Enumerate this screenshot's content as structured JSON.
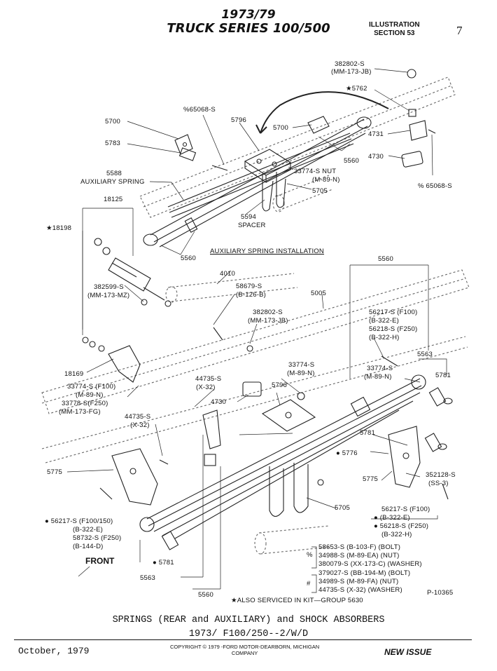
{
  "header": {
    "line1": "1973/79",
    "line2": "TRUCK SERIES 100/500",
    "illustration": "ILLUSTRATION",
    "section": "SECTION 53",
    "page": "7"
  },
  "auxiliary_title": "AUXILIARY SPRING INSTALLATION",
  "aux_labels": {
    "p382802a": "382802-S",
    "mm173jb_a": "(MM-173-JB)",
    "star5762": "★5762",
    "pct65068a": "%65068-S",
    "p5700a": "5700",
    "p5796a": "5796",
    "p5700b": "5700",
    "p5783": "5783",
    "p4731": "4731",
    "p4730a": "4730",
    "p5560a": "5560",
    "p5588": "5588",
    "aux_spring": "AUXILIARY SPRING",
    "p33774a": "33774-S NUT",
    "m89n_a": "(M-89-N)",
    "p5705a": "5705",
    "pct65068b": "% 65068-S",
    "p5594": "5594",
    "spacer": "SPACER",
    "p5560b": "5560"
  },
  "main_labels": {
    "p18125": "18125",
    "star18198": "★18198",
    "p5560c": "5560",
    "p4010": "4010",
    "p382599": "382599-S",
    "mm173mz": "(MM-173-MZ)",
    "p58679": "58679-S",
    "b126b": "(B-126-B)",
    "p5005": "5005",
    "p382802b": "382802-S",
    "mm173jb_b": "(MM-173-JB)",
    "p56217a": "56217-S (F100)",
    "b322e_a": "(B-322-E)",
    "p56218a": "56218-S (F250)",
    "b322h_a": "(B-322-H)",
    "p5563a": "5563",
    "p5781a": "5781",
    "p18169": "18169",
    "p44735a": "44735-S",
    "x32a": "(X-32)",
    "p33774b": "33774-S",
    "m89n_b": "(M-89-N)",
    "p5796b": "5796",
    "p33774c": "33774-S",
    "m89n_c": "(M-89-N)",
    "p33774f100": "33774-S (F100)",
    "m89n_d": "(M-89-N)",
    "p33778": "33778-S(F250)",
    "mm173fg": "(MM-173-FG)",
    "p4730b": "4730",
    "p44735b": "44735-S",
    "x32b": "(X-32)",
    "p5781b": "5781",
    "p5776": "● 5776",
    "p5775a": "5775",
    "p5775b": "5775",
    "p352128": "352128-S",
    "ss3": "(SS-3)",
    "p5705b": "5705",
    "p56217b": "● 56217-S (F100/150)",
    "b322e_b": "(B-322-E)",
    "p58732": "58732-S (F250)",
    "b144d": "(B-144-D)",
    "front": "FRONT",
    "p5781c": "● 5781",
    "p5563b": "5563",
    "p5560d": "5560",
    "p56217c": "56217-S (F100)",
    "b322e_c": "● (B-322-E)",
    "p56218b": "● 56218-S (F250)",
    "b322h_b": "(B-322-H)",
    "pct_marker": "%",
    "hash_marker": "#",
    "hw1": "58653-S (B-103-F) (BOLT)",
    "hw2": "34988-S (M-89-EA) (NUT)",
    "hw3": "380079-S (XX-173-C) (WASHER)",
    "hw4": "379027-S (BB-194-M) (BOLT)",
    "hw5": "34989-S (M-89-FA) (NUT)",
    "hw6": "44735-S (X-32) (WASHER)",
    "kit_note": "★ALSO SERVICED IN KIT—GROUP 5630",
    "pnum": "P-10365"
  },
  "caption": {
    "line1": "SPRINGS (REAR and AUXILIARY) and SHOCK ABSORBERS",
    "line2": "1973/    F100/250--2/W/D"
  },
  "footer": {
    "date": "October, 1979",
    "copyright_line1": "COPYRIGHT © 1979 -FORD MOTOR-DEARBORN, MICHIGAN",
    "copyright_line2": "COMPANY",
    "status": "NEW ISSUE"
  }
}
